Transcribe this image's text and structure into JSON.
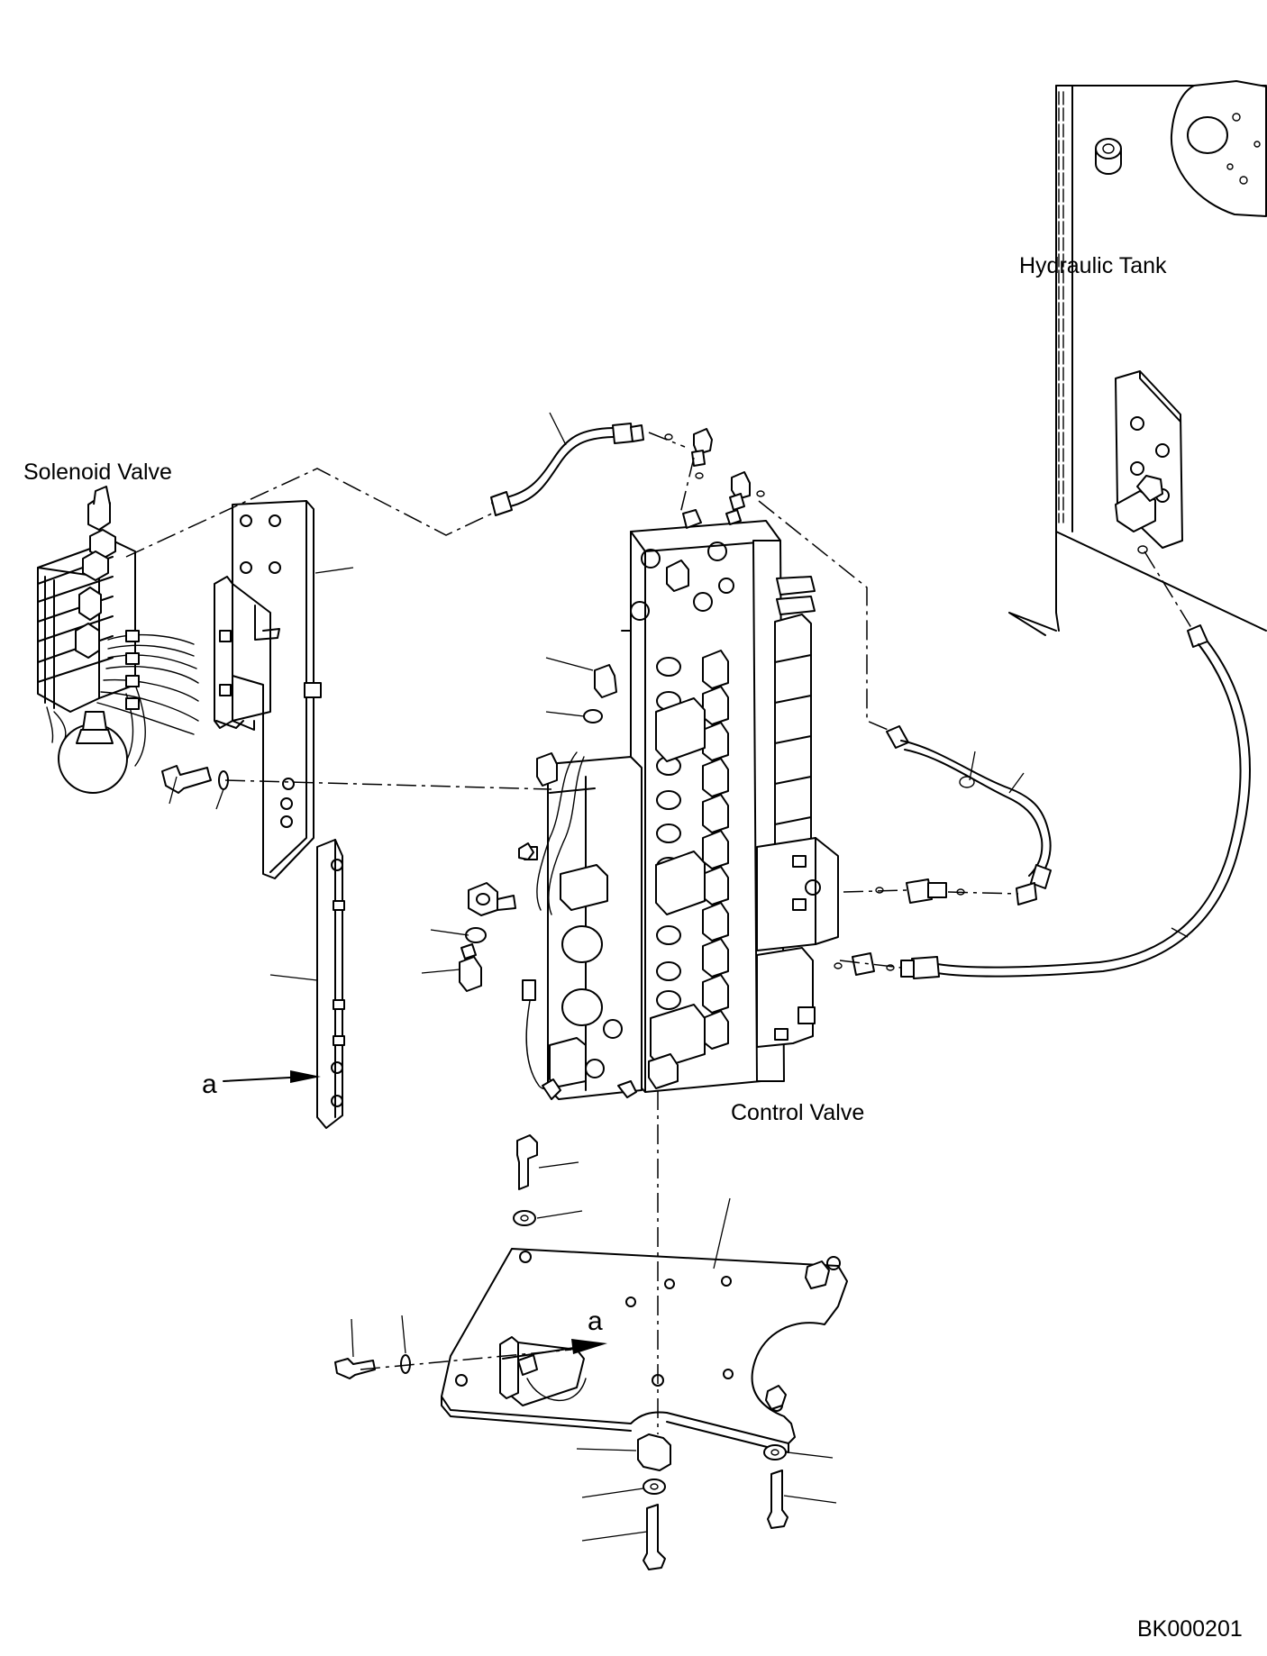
{
  "labels": {
    "hydraulic_tank": "Hydraulic Tank",
    "solenoid_valve": "Solenoid Valve",
    "control_valve": "Control Valve",
    "arrow_a_left": "a",
    "arrow_a_bottom": "a",
    "drawing_number": "BK000201"
  }
}
